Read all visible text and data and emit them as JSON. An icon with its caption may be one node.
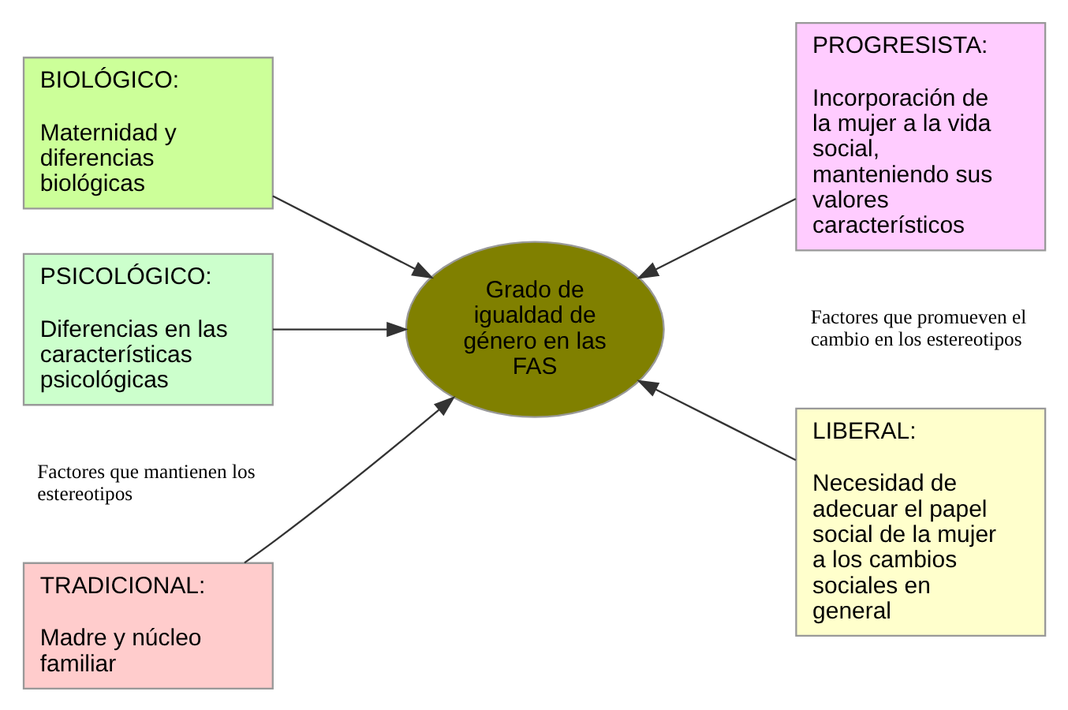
{
  "diagram": {
    "nodes": [
      {
        "text": [
          "TRADICIONAL:",
          "Madre y núcleo familiar"
        ]
      },
      {
        "text": [
          "BIOLÓGICO:",
          "Maternidad y diferencias biológicas"
        ]
      },
      {
        "text": [
          "PSICOLÓGICO:",
          "Diferencias en las características psicológicas"
        ]
      },
      {
        "text": [
          "Grado de igualdad de género en las FAS"
        ]
      },
      {
        "text": [
          "LIBERAL:",
          "Necesidad de adecuar el papel social de la mujer a los cambios sociales en general"
        ]
      },
      {
        "text": [
          "PROGRESISTA:",
          "Incorporación de la mujer a la vida social, manteniendo sus valores característicos"
        ]
      }
    ],
    "edges": [
      {
        "from": 0,
        "to": 3,
        "arrow": "to"
      },
      {
        "from": 1,
        "to": 3,
        "arrow": "to"
      },
      {
        "from": 2,
        "to": 3,
        "arrow": "to"
      },
      {
        "from": 4,
        "to": 3,
        "arrow": "to"
      },
      {
        "from": 5,
        "to": 3,
        "arrow": "to"
      }
    ],
    "labels": [
      "Factores que mantienen los estereotipos",
      "Factores que promueven el cambio en los estereotipos"
    ]
  }
}
